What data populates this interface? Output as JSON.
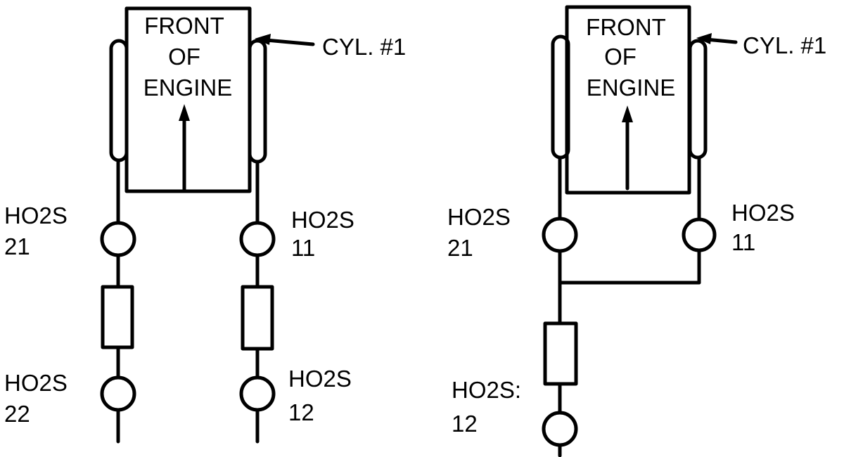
{
  "colors": {
    "ink": "#000000",
    "background": "#ffffff"
  },
  "left_diagram": {
    "engine": {
      "line1": "FRONT",
      "line2": "OF",
      "line3": "ENGINE"
    },
    "cylinder_label": "CYL. #1",
    "sensors": [
      {
        "name": "HO2S",
        "number": "21"
      },
      {
        "name": "HO2S",
        "number": "11"
      },
      {
        "name": "HO2S",
        "number": "22"
      },
      {
        "name": "HO2S",
        "number": "12"
      }
    ]
  },
  "right_diagram": {
    "engine": {
      "line1": "FRONT",
      "line2": "OF",
      "line3": "ENGINE"
    },
    "cylinder_label": "CYL. #1",
    "sensors": [
      {
        "name": "HO2S",
        "number": "21"
      },
      {
        "name": "HO2S",
        "number": "11"
      },
      {
        "name": "HO2S:",
        "number": "12"
      }
    ]
  }
}
